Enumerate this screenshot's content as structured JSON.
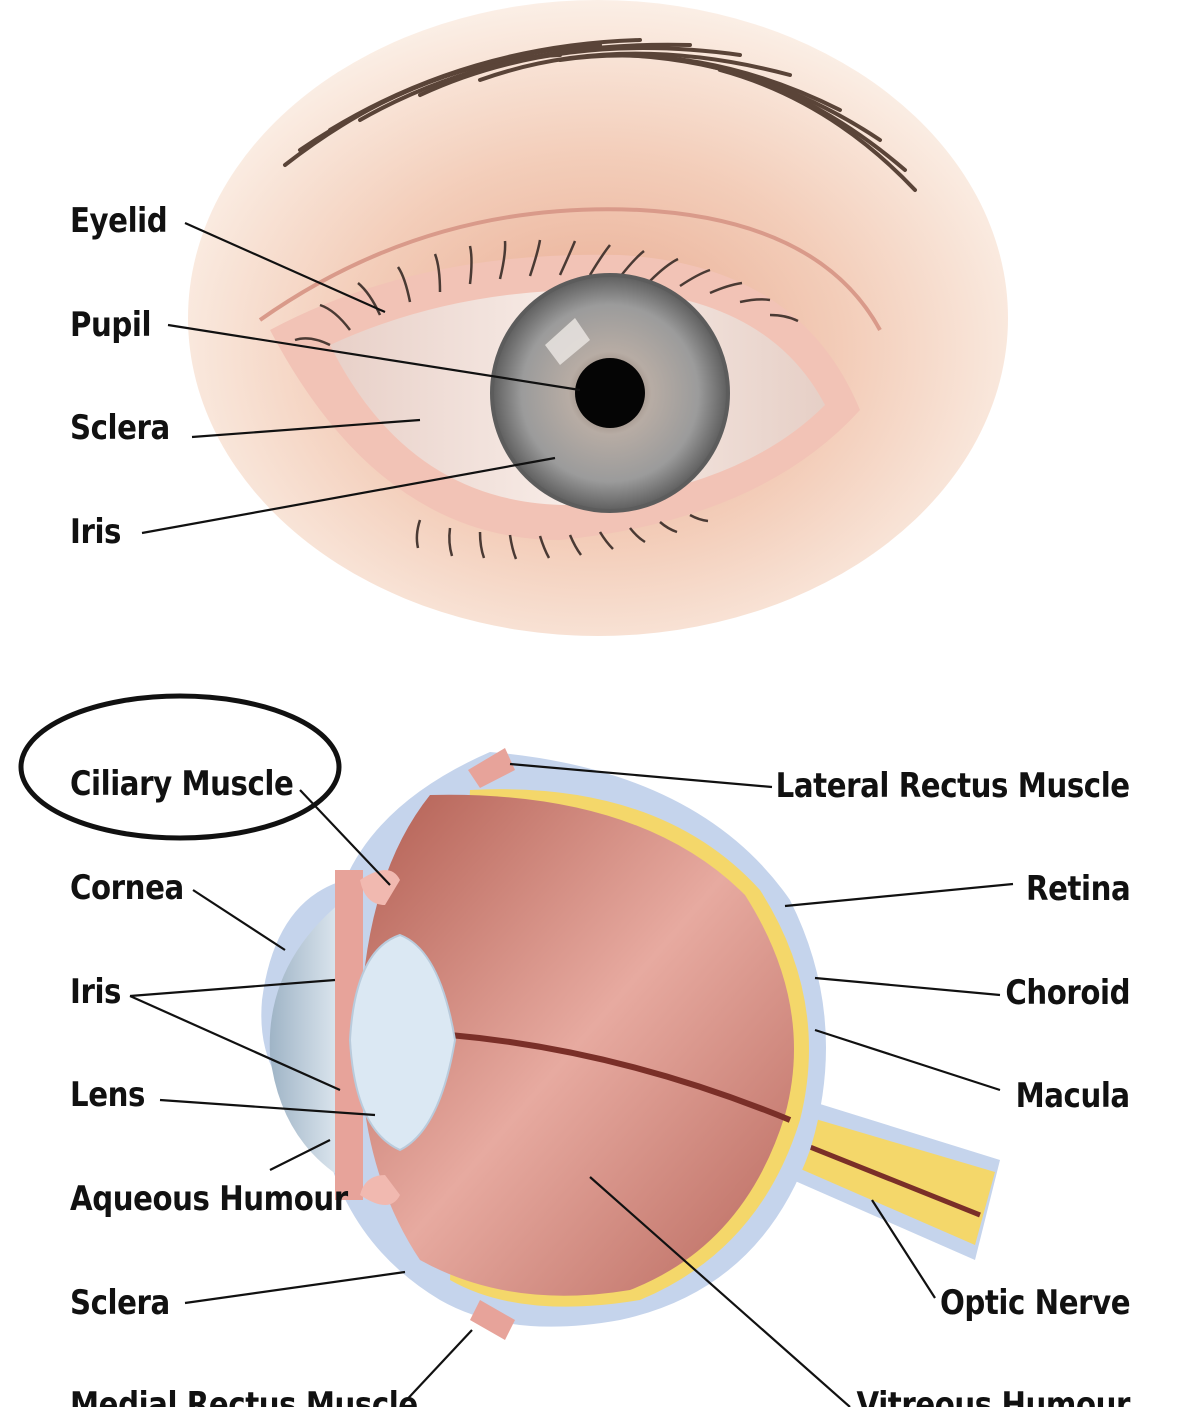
{
  "front_view": {
    "labels": {
      "eyelid": "Eyelid",
      "pupil": "Pupil",
      "sclera": "Sclera",
      "iris": "Iris"
    }
  },
  "cross_section": {
    "left_labels": {
      "ciliary_muscle": "Ciliary Muscle",
      "cornea": "Cornea",
      "iris": "Iris",
      "lens": "Lens",
      "aqueous_humour": "Aqueous Humour",
      "sclera": "Sclera",
      "medial_rectus_muscle": "Medial Rectus Muscle"
    },
    "right_labels": {
      "lateral_rectus_muscle": "Lateral Rectus Muscle",
      "retina": "Retina",
      "choroid": "Choroid",
      "macula": "Macula",
      "optic_nerve": "Optic Nerve",
      "vitreous_humour": "Vitreous Humour"
    },
    "highlighted_label": "ciliary_muscle"
  },
  "colors": {
    "skin": "#f6dccb",
    "iris_gray": "#8c8c8c",
    "eyeball_red": "#c97a6e",
    "sclera_blue": "#c5d4ec",
    "retina_yellow": "#f4d76a",
    "label_text": "#111111"
  }
}
